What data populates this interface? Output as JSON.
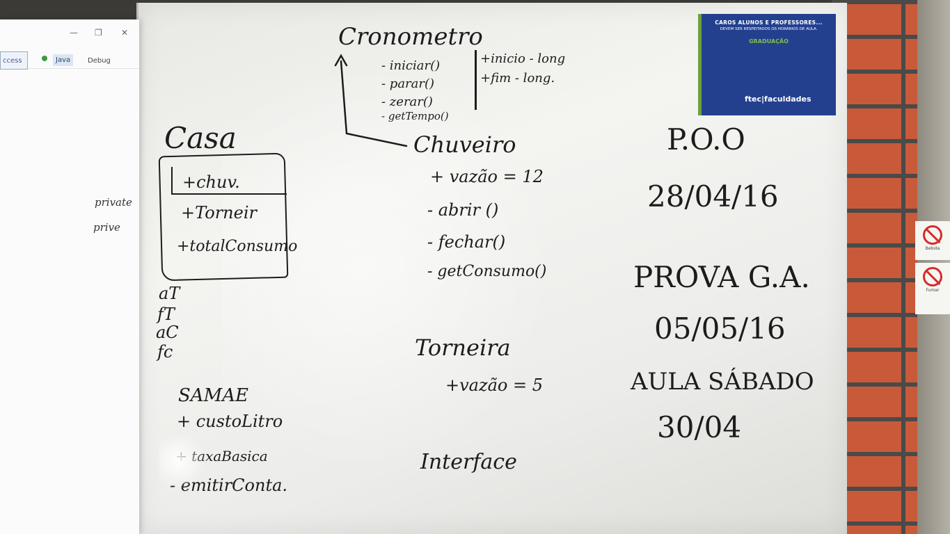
{
  "projection": {
    "code_lines": [
      "private",
      "prive"
    ],
    "perspectives": [
      "Java",
      "Debug"
    ],
    "chip": "ccess"
  },
  "board": {
    "casa": {
      "title": "Casa",
      "members": [
        "+chuv.",
        "+Torneir",
        "+totalConsumo"
      ],
      "below": [
        "aT",
        "fT",
        "aC",
        "fc"
      ]
    },
    "samae": {
      "title": "SAMAE",
      "members": [
        "+ custoLitro",
        "+ taxaBasica",
        "- emitirConta."
      ]
    },
    "cronometro": {
      "title": "Cronometro",
      "methods": [
        "- iniciar()",
        "- parar()",
        "- zerar()",
        "- getTempo()"
      ],
      "attributes": [
        "+inicio - long",
        "+fim  - long."
      ]
    },
    "chuveiro": {
      "title": "Chuveiro",
      "members": [
        "+ vazão = 12",
        "- abrir ()",
        "- fechar()",
        "- getConsumo()"
      ]
    },
    "torneira": {
      "title": "Torneira",
      "members": [
        "+vazão = 5"
      ]
    },
    "interface": {
      "title": "Interface"
    },
    "notes": [
      "P.O.O",
      "28/04/16",
      "PROVA G.A.",
      "05/05/16",
      "AULA SÁBADO",
      "30/04"
    ]
  },
  "poster": {
    "title": "CAROS ALUNOS E PROFESSORES...",
    "subtitle": "DEVEM SER RESPEITADOS OS HORÁRIOS DE AULA.",
    "badge": "GRADUAÇÃO",
    "logo": "ftec|faculdades"
  },
  "signs": [
    "Bebida",
    "Fumar"
  ],
  "colors": {
    "marker": "#1c1c1c",
    "poster_bg": "#23408f",
    "poster_accent": "#7cc247",
    "brick": "#c85a3a"
  }
}
